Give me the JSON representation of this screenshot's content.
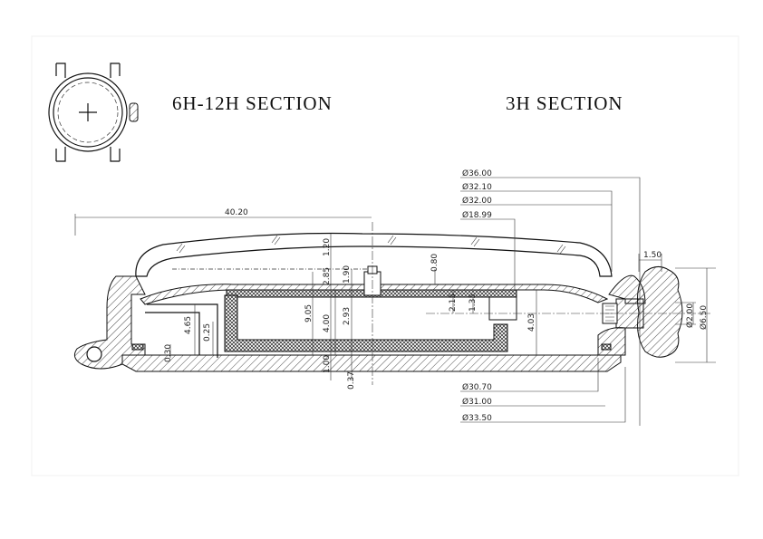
{
  "titles": {
    "section_a": "6H-12H SECTION",
    "section_b": "3H SECTION"
  },
  "dimensions": {
    "overall_width": "40.20",
    "d36": "Ø36.00",
    "d32_10": "Ø32.10",
    "d32_00": "Ø32.00",
    "d18_99": "Ø18.99",
    "d30_70": "Ø30.70",
    "d31_00": "Ø31.00",
    "d33_50": "Ø33.50",
    "crown_len": "1.50",
    "crown_d2": "Ø2.00",
    "crown_d6": "Ø6.50",
    "v1_20": "1.20",
    "v2_85": "2.85",
    "v1_90": "1.90",
    "v0_80": "0.80",
    "v9_05": "9.05",
    "v4_00": "4.00",
    "v2_93": "2.93",
    "v2_15": "2.15",
    "v1_35": "1.35",
    "v4_03": "4.03",
    "v4_65": "4.65",
    "v0_25": "0.25",
    "v0_30": "0.30",
    "v1_00": "1.00",
    "v0_37": "0.37"
  }
}
